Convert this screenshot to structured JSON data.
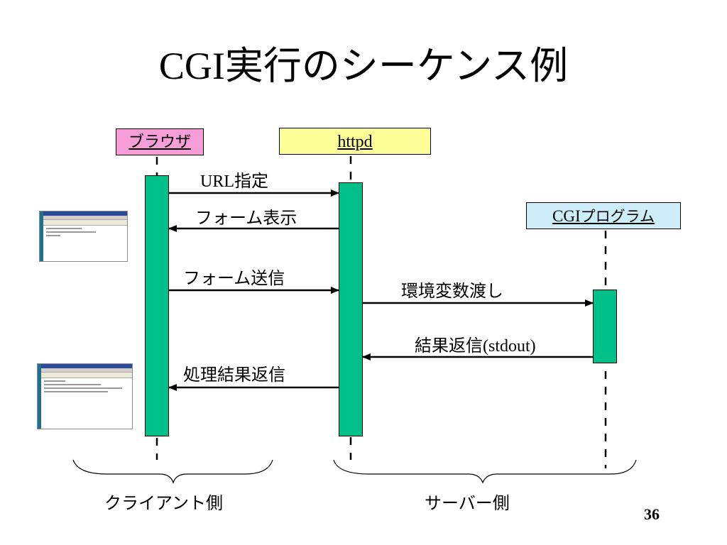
{
  "title": "CGI実行のシーケンス例",
  "participants": {
    "browser": "ブラウザ",
    "httpd": "httpd",
    "cgi_latin": "CGI",
    "cgi_jp": "プログラム"
  },
  "messages": {
    "url": {
      "latin": "URL",
      "jp": "指定"
    },
    "form_display": "フォーム表示",
    "form_send": "フォーム送信",
    "env_pass": "環境変数渡し",
    "result_return": {
      "jp": "結果返信",
      "latin": "(stdout)"
    },
    "process_result": "処理結果返信"
  },
  "groups": {
    "client": "クライアント側",
    "server": "サーバー側"
  },
  "page_number": "36",
  "colors": {
    "browser_box": "#f79ed8",
    "httpd_box": "#ffff99",
    "cgi_box": "#cdeef8",
    "activation": "#00c08a"
  }
}
